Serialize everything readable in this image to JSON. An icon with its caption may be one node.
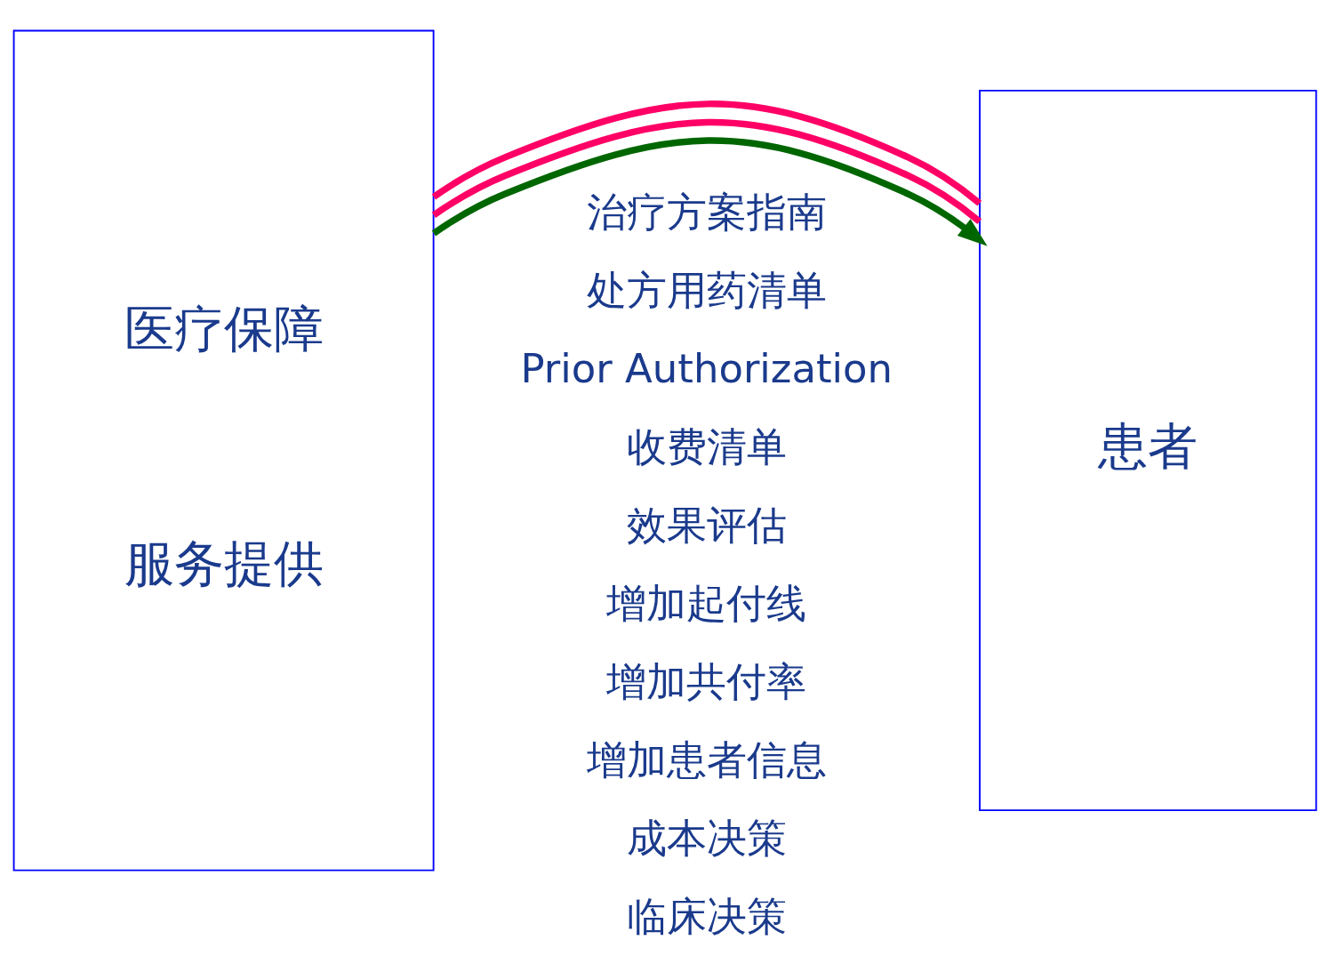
{
  "diagram": {
    "nodes": [
      {
        "text": [
          "医疗保障",
          "服务提供"
        ]
      },
      {
        "text": [
          "患者"
        ]
      }
    ],
    "edges": [
      {
        "from": 0,
        "to": 1,
        "arrow": "to",
        "color": "#006600"
      },
      {
        "from": 0,
        "to": 1,
        "arrow": "none",
        "color": "#ff0066"
      },
      {
        "from": 0,
        "to": 1,
        "arrow": "none",
        "color": "#ff0066"
      }
    ],
    "labels": [
      "治疗方案指南",
      "处方用药清单",
      "Prior Authorization",
      "收费清单",
      "效果评估",
      "增加起付线",
      "增加共付率",
      "增加患者信息",
      "成本决策",
      "临床决策"
    ]
  }
}
